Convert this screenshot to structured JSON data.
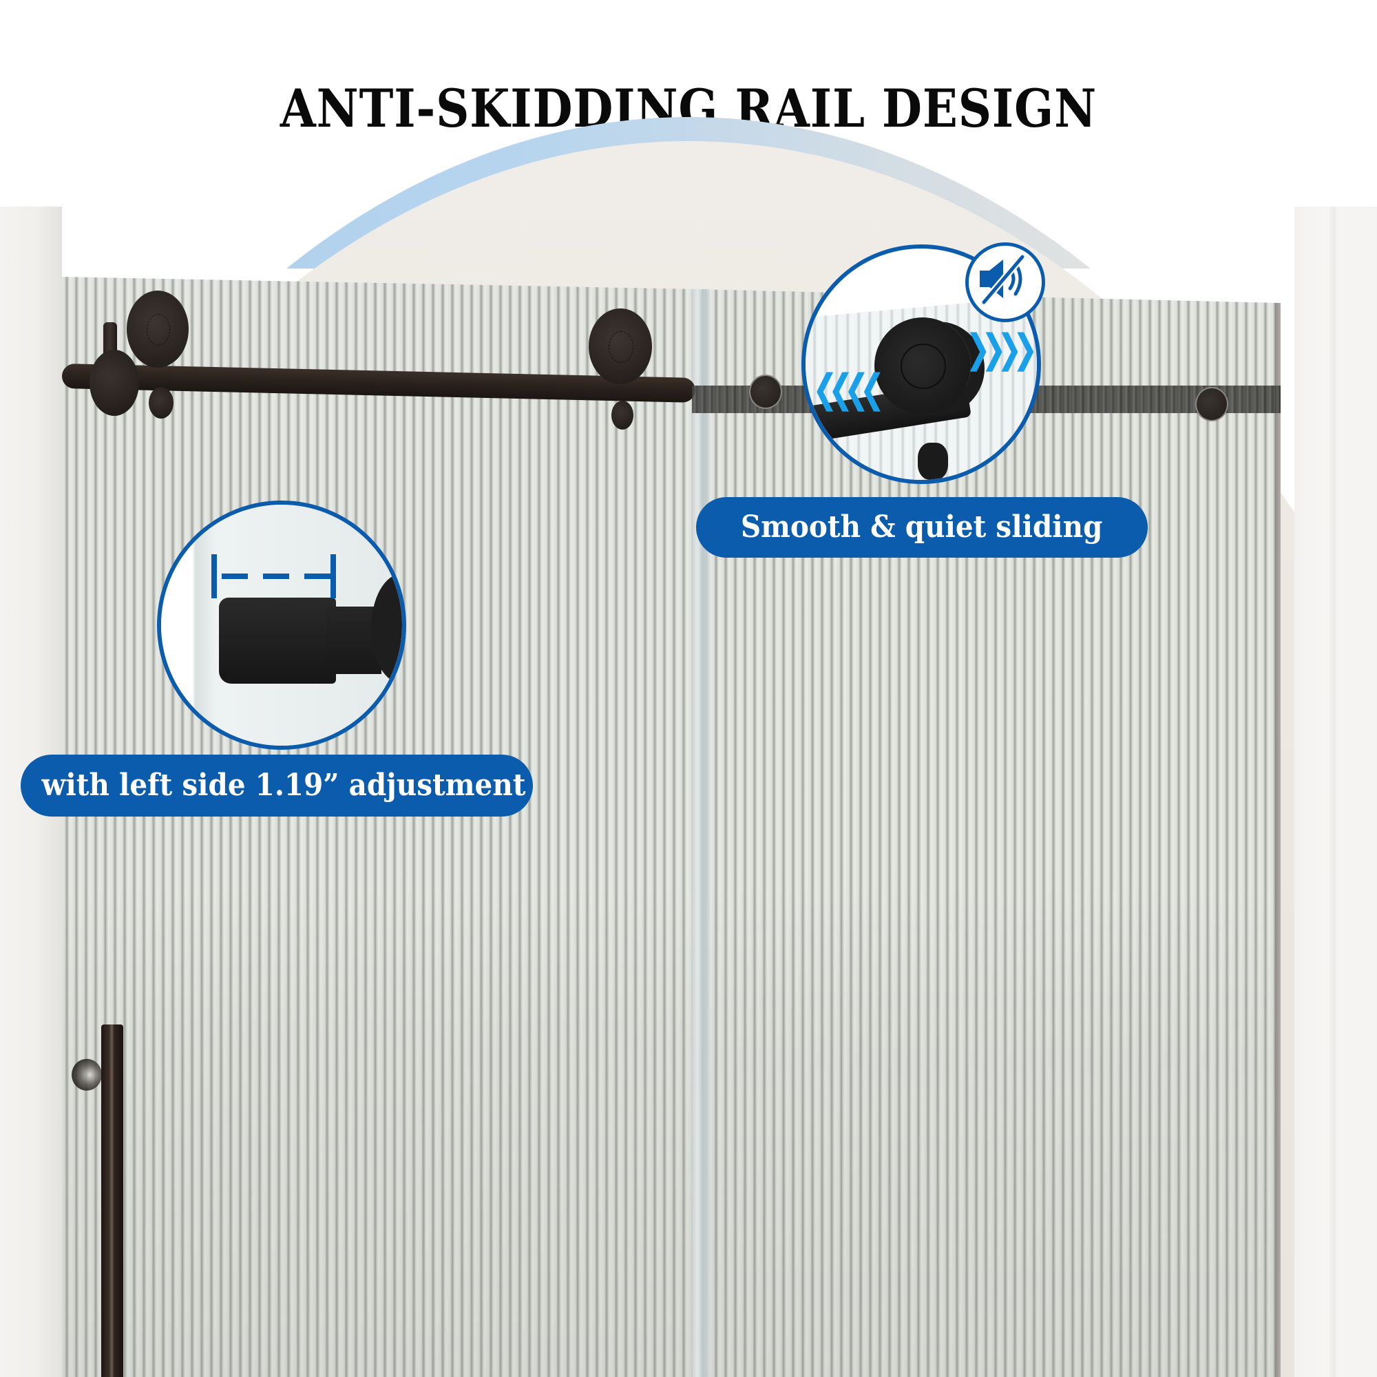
{
  "title": "ANTI-SKIDDING RAIL DESIGN",
  "callouts": {
    "quiet": {
      "label": "Smooth & quiet sliding",
      "icon": "mute-speaker-icon",
      "arrows": {
        "left": "❮❮❮❮",
        "right": "❯❯❯❯"
      }
    },
    "adjustment": {
      "label": "with left side 1.19” adjustment",
      "icon": "dimension-marker-icon"
    }
  },
  "colors": {
    "accent_blue": "#0b5cad",
    "arrow_blue": "#1aa0e8",
    "title_text": "#0a0a0a",
    "hardware": "#2b2420",
    "arc_band": "#a9cdee"
  }
}
